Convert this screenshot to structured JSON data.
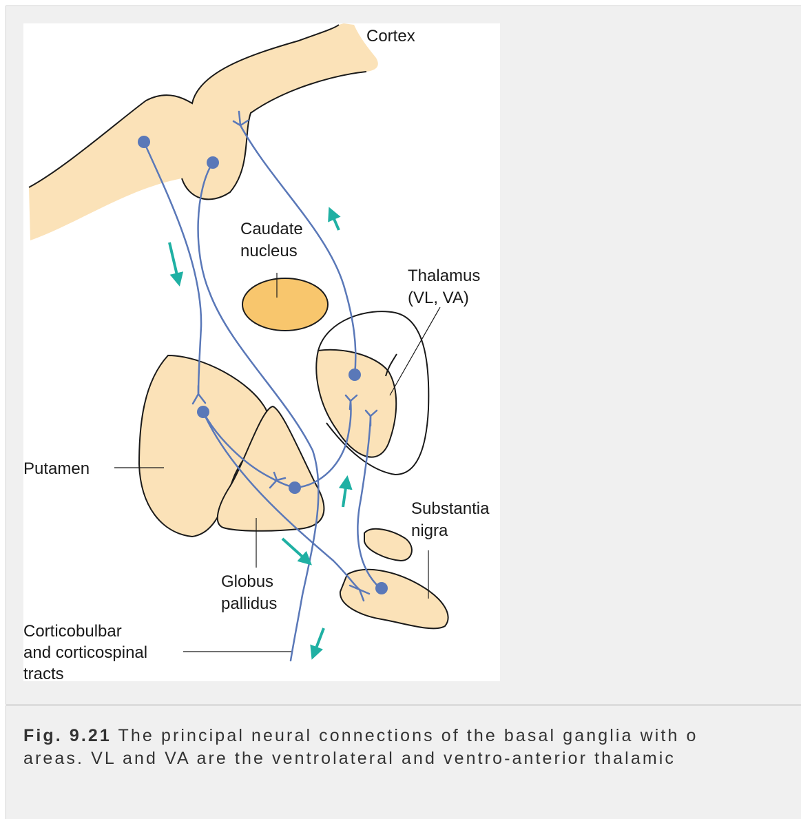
{
  "diagram": {
    "labels": {
      "cortex": "Cortex",
      "caudate_line1": "Caudate",
      "caudate_line2": "nucleus",
      "thalamus_line1": "Thalamus",
      "thalamus_line2": "(VL, VA)",
      "putamen": "Putamen",
      "substantia_line1": "Substantia",
      "substantia_line2": "nigra",
      "globus_line1": "Globus",
      "globus_line2": "pallidus",
      "tracts_line1": "Corticobulbar",
      "tracts_line2": "and corticospinal",
      "tracts_line3": "tracts"
    },
    "colors": {
      "structure_fill": "#fbe2b8",
      "caudate_fill": "#f8c66d",
      "neuron": "#5a78b8",
      "arrow": "#1fb0a3",
      "outline": "#1a1a1a"
    }
  },
  "caption": {
    "figure_number": "Fig. 9.21",
    "line1": "The principal neural connections of the basal ganglia with o",
    "line2": "areas. VL and VA are the ventrolateral and ventro-anterior thalamic"
  }
}
